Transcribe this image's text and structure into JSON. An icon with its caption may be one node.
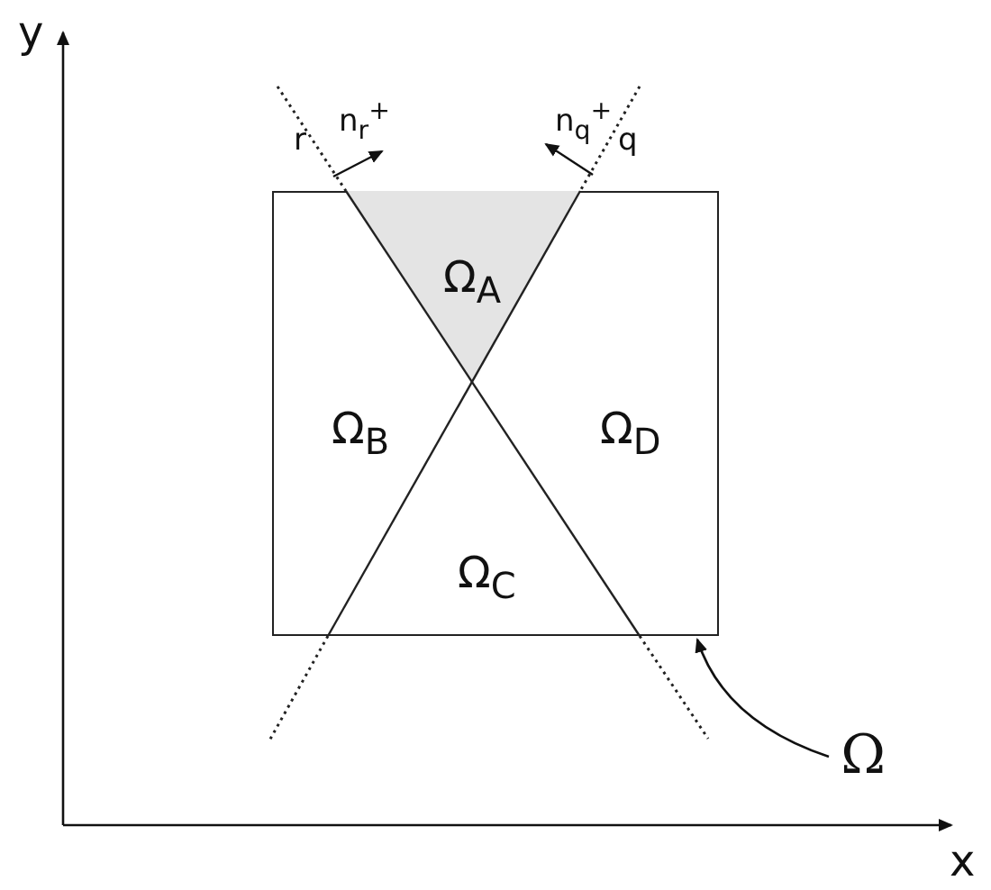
{
  "diagram": {
    "nodes": [
      {
        "text": [],
        "shape": "box"
      },
      {
        "text": [
          "Ω"
        ]
      }
    ],
    "edges": [
      {
        "from": 1,
        "to": 0,
        "arrow": "to"
      }
    ],
    "labels": [
      "y",
      "r",
      "n$_{r}$$^{+}$",
      "n$_{q}$$^{+}$",
      "q",
      "Ω$_{A}$",
      "Ω$_{B}$",
      "Ω$_{D}$",
      "Ω$_{C}$",
      "x"
    ]
  }
}
